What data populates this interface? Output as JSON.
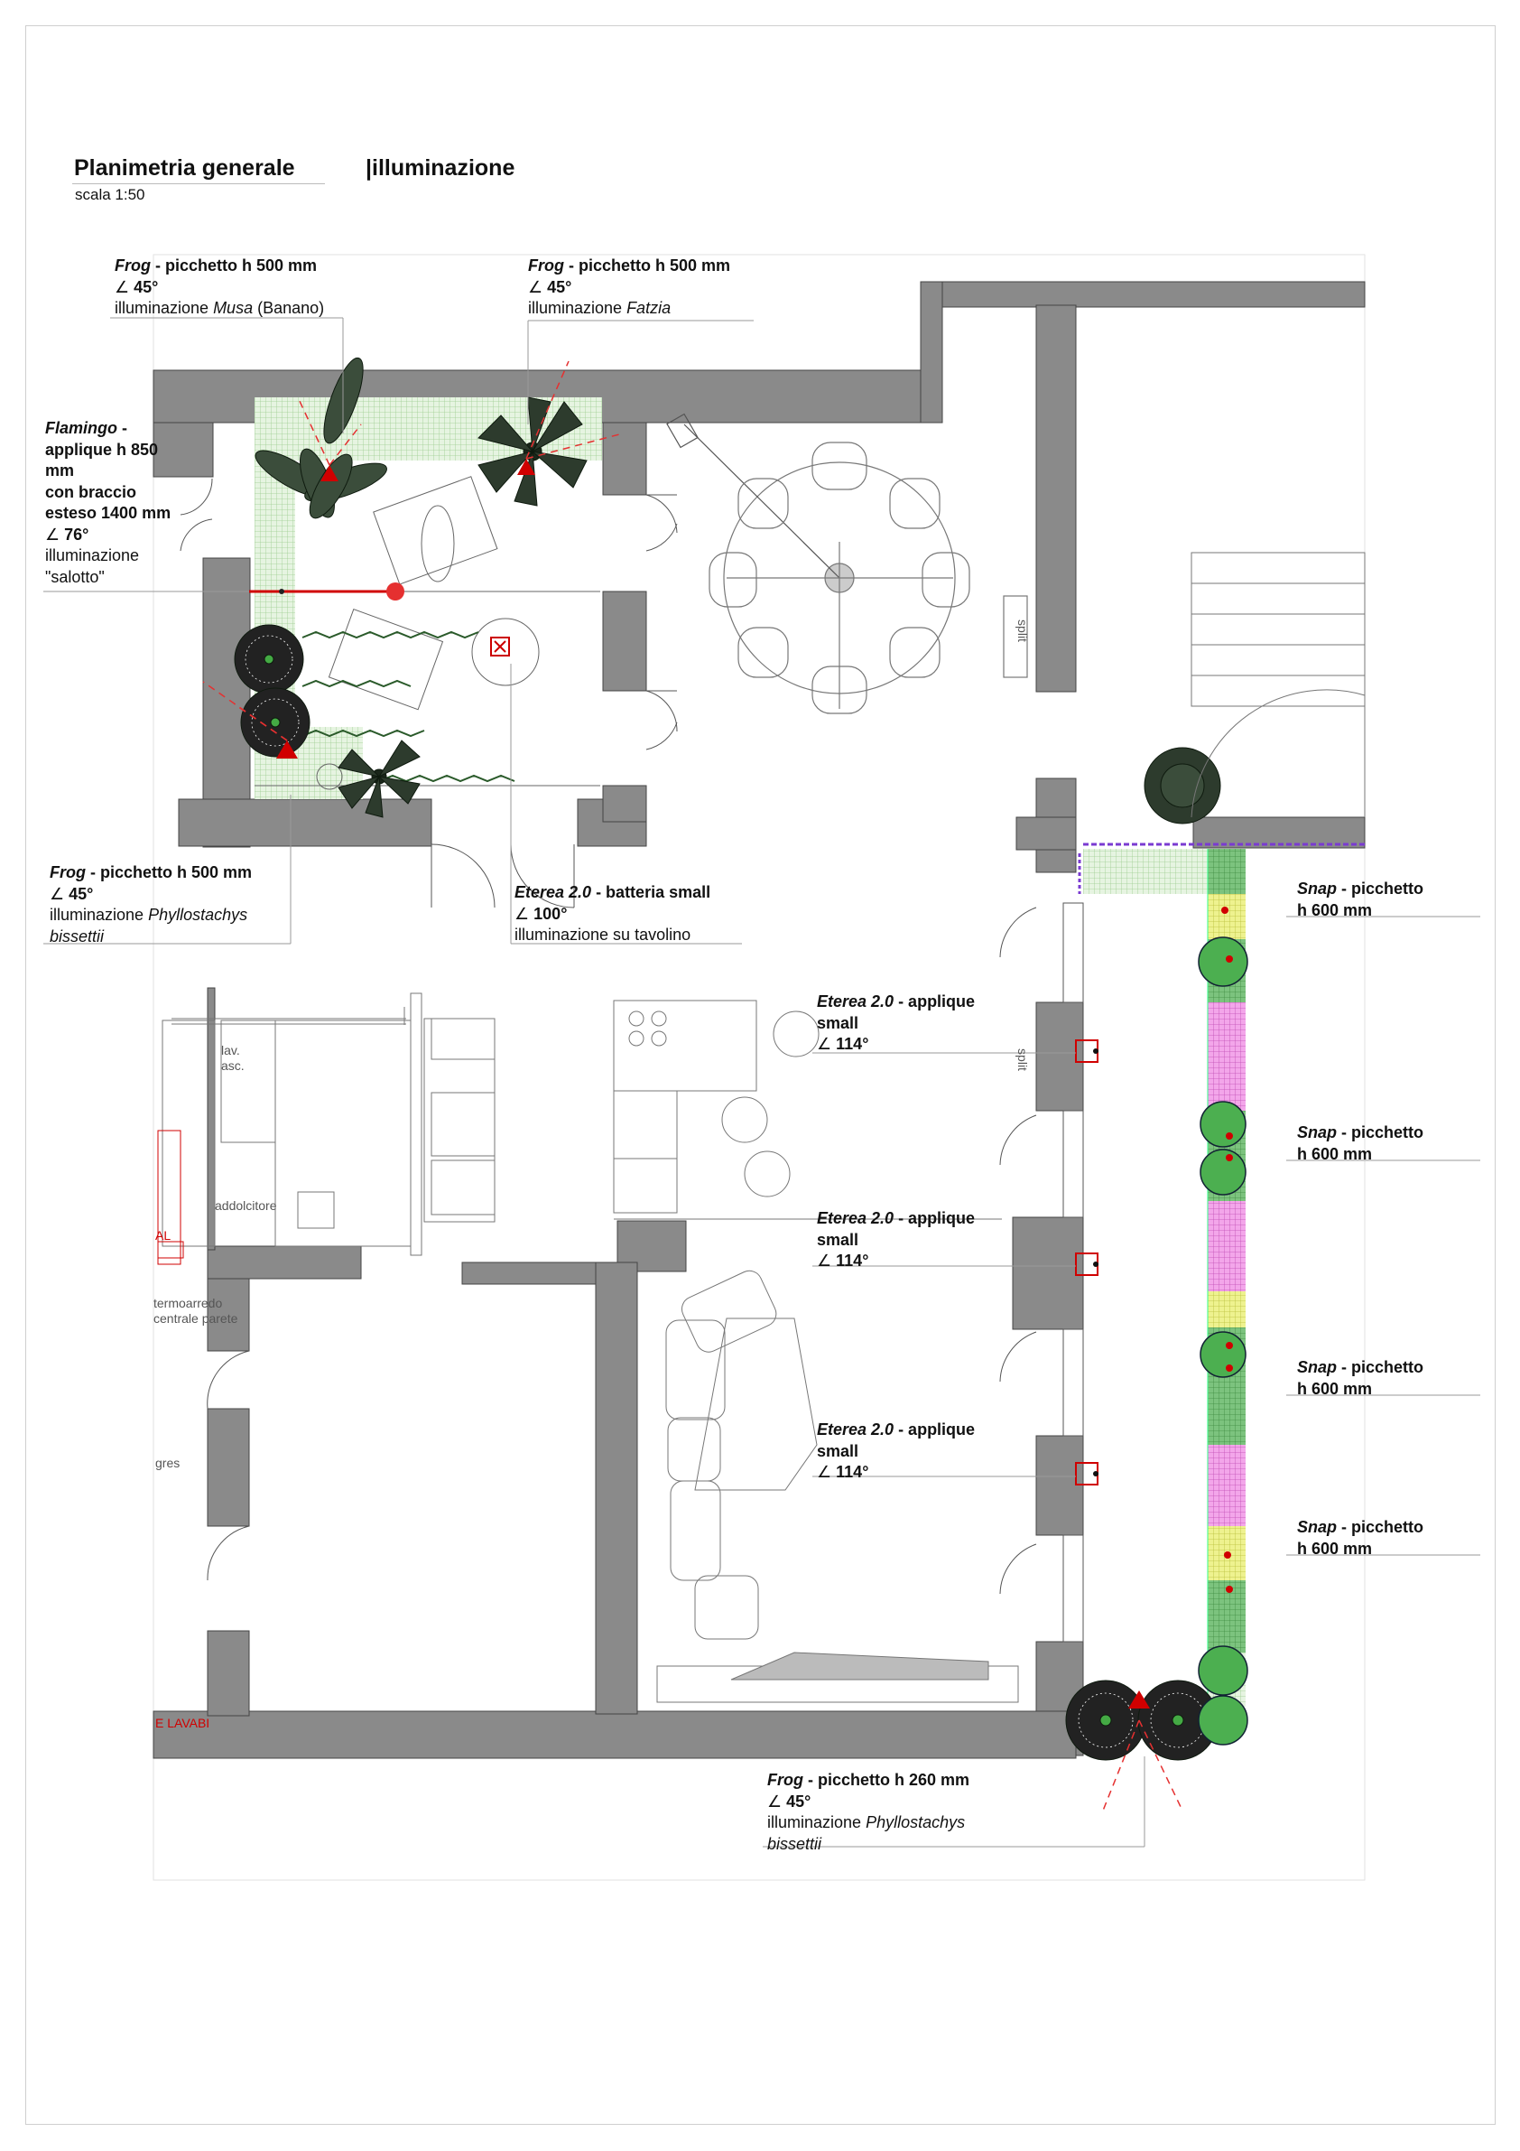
{
  "header": {
    "title": "Planimetria generale",
    "subtitle": "|illuminazione",
    "scale": "scala 1:50"
  },
  "labels": {
    "frog_musa": {
      "product": "Frog",
      "spec": " - picchetto h 500 mm",
      "angle": "45°",
      "desc_pre": "illuminazione ",
      "desc_it": "Musa",
      "desc_post": " (Banano)"
    },
    "frog_fatzia": {
      "product": "Frog",
      "spec": " - picchetto h 500 mm",
      "angle": "45°",
      "desc_pre": "illuminazione ",
      "desc_it": "Fatzia"
    },
    "flamingo": {
      "product": "Flamingo",
      "line1": " -",
      "line2": "applique h 850",
      "line3": "mm",
      "line4": "con braccio",
      "line5": "esteso 1400 mm",
      "angle": "76°",
      "desc1": "illuminazione",
      "desc2": "\"salotto\""
    },
    "frog_phyllo_1": {
      "product": "Frog",
      "spec": " - picchetto h 500 mm",
      "angle": "45°",
      "desc_pre": "illuminazione ",
      "desc_it": "Phyllostachys",
      "desc_it2": "bissettii"
    },
    "eterea_batteria": {
      "product": "Eterea 2.0",
      "spec": " - batteria small",
      "angle": "100°",
      "desc": "illuminazione su tavolino"
    },
    "eterea_1": {
      "product": "Eterea 2.0",
      "spec": " - applique",
      "line2": "small",
      "angle": "114°"
    },
    "eterea_2": {
      "product": "Eterea 2.0",
      "spec": " - applique",
      "line2": "small",
      "angle": "114°"
    },
    "eterea_3": {
      "product": "Eterea 2.0",
      "spec": " - applique",
      "line2": "small",
      "angle": "114°"
    },
    "snap_1": {
      "product": "Snap",
      "spec": " - picchetto",
      "line2": "h 600 mm"
    },
    "snap_2": {
      "product": "Snap",
      "spec": " - picchetto",
      "line2": "h 600 mm"
    },
    "snap_3": {
      "product": "Snap",
      "spec": " - picchetto",
      "line2": "h 600 mm"
    },
    "snap_4": {
      "product": "Snap",
      "spec": " - picchetto",
      "line2": "h 600 mm"
    },
    "frog_phyllo_2": {
      "product": "Frog",
      "spec": " - picchetto h 260 mm",
      "angle": "45°",
      "desc_pre": "illuminazione ",
      "desc_it": "Phyllostachys",
      "desc_it2": "bissettii"
    }
  },
  "rooms": {
    "lav_asc": "lav.\nasc.",
    "addolcitore": "addolcitore",
    "split_1": "split",
    "split_2": "split",
    "termoarredo": "termoarredo\ncentrale parete",
    "gres": "gres",
    "al": "AL",
    "lavabi": "E LAVABI"
  },
  "colors": {
    "wall": "#8a8a8a",
    "wall_dark": "#777777",
    "grass": "#cfe9c7",
    "accent_red": "#d00000",
    "magenta_planter": "#e17ad6",
    "yellow_planter": "#e6ec7a",
    "green_planter": "#66bb6a",
    "purple_line": "#7a3bd1"
  },
  "icons": {
    "angle": "angle-icon",
    "frog_lamp": "frog-lamp-icon",
    "plant": "plant-icon",
    "eterea_applique": "eterea-applique-icon"
  }
}
